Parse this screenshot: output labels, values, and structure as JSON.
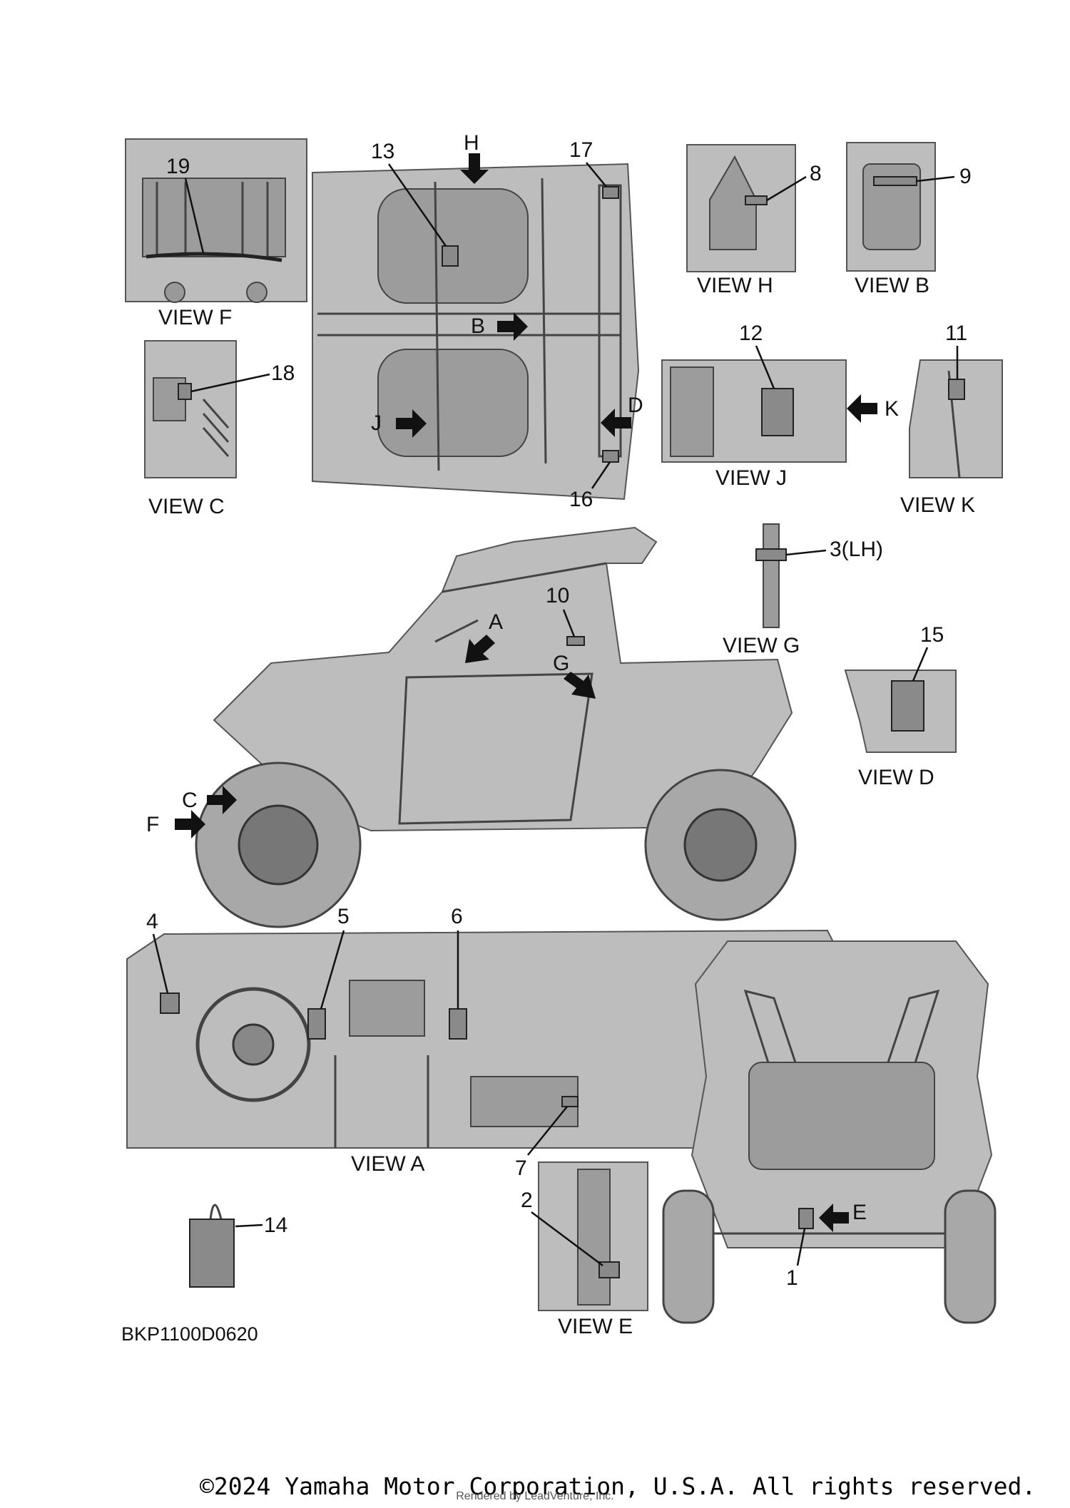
{
  "views": {
    "f": "VIEW F",
    "c": "VIEW C",
    "h": "VIEW H",
    "b": "VIEW B",
    "j": "VIEW J",
    "k": "VIEW K",
    "g": "VIEW G",
    "d": "VIEW D",
    "a": "VIEW A",
    "e": "VIEW E"
  },
  "parts": {
    "p1": "1",
    "p2": "2",
    "p3": "3(LH)",
    "p4": "4",
    "p5": "5",
    "p6": "6",
    "p7": "7",
    "p8": "8",
    "p9": "9",
    "p10": "10",
    "p11": "11",
    "p12": "12",
    "p13": "13",
    "p14": "14",
    "p15": "15",
    "p16": "16",
    "p17": "17",
    "p18": "18",
    "p19": "19"
  },
  "arrows": {
    "a": "A",
    "b": "B",
    "c": "C",
    "d": "D",
    "e": "E",
    "f": "F",
    "g": "G",
    "h": "H",
    "j": "J",
    "k": "K"
  },
  "diagram_code": "BKP1100D0620",
  "footer": {
    "copyright": "©2024 Yamaha Motor Corporation, U.S.A. All rights reserved.",
    "rendered_by": "Rendered by LeadVenture, Inc."
  }
}
